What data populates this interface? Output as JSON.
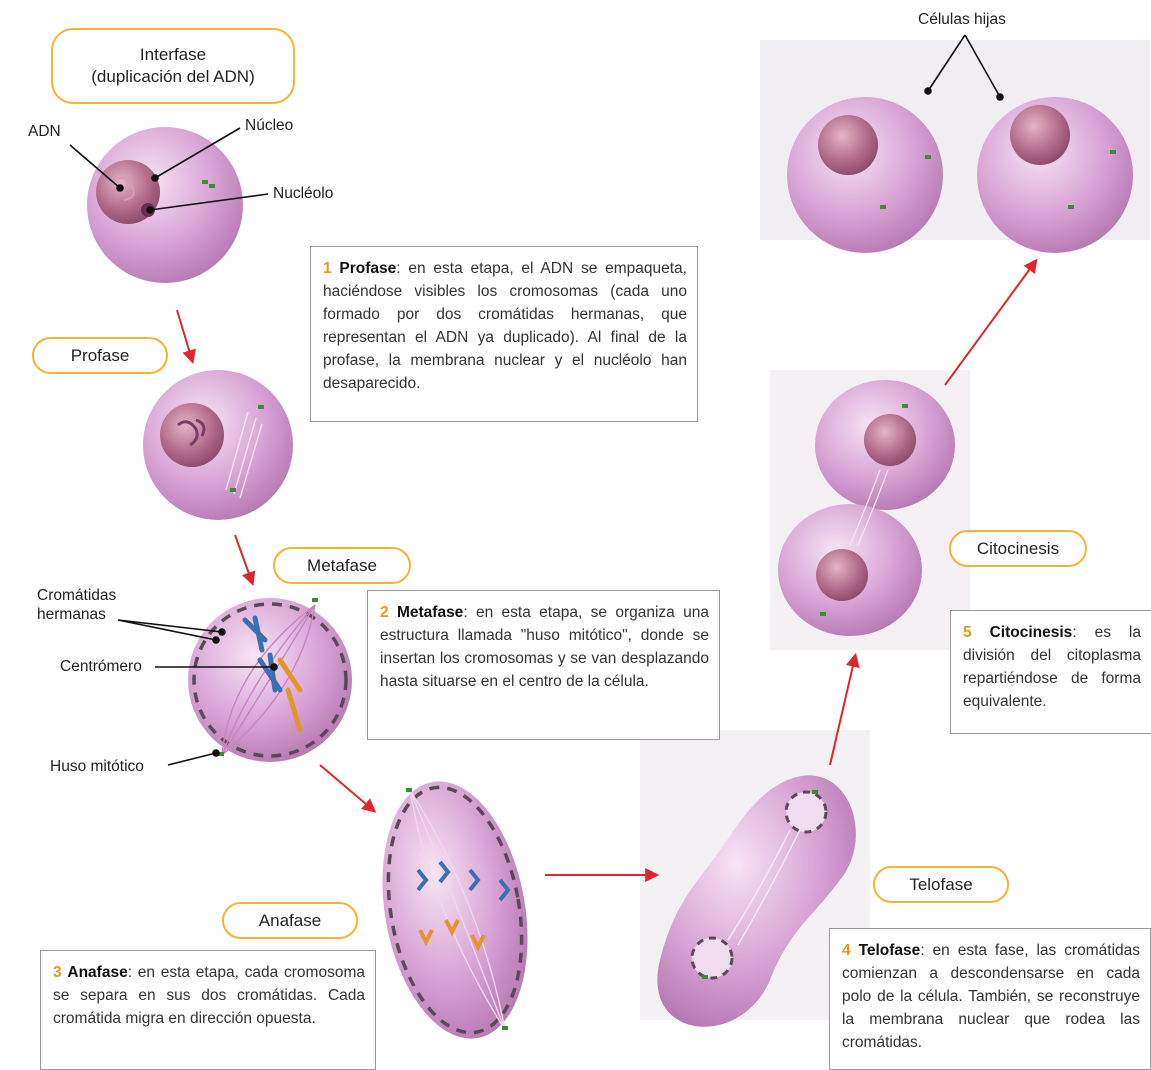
{
  "stages": {
    "interfase": "Interfase\n(duplicación del ADN)",
    "profase": "Profase",
    "metafase": "Metafase",
    "anafase": "Anafase",
    "telofase": "Telofase",
    "citocinesis": "Citocinesis"
  },
  "labels": {
    "adn": "ADN",
    "nucleo": "Núcleo",
    "nucleolo": "Nucléolo",
    "cromatidas_hermanas": "Cromátidas\nhermanas",
    "centromero": "Centrómero",
    "huso_mitotico": "Huso mitótico",
    "celulas_hijas": "Células hijas"
  },
  "descriptions": {
    "profase": {
      "number": "1",
      "term": "Profase",
      "text": ": en esta etapa, el ADN se empaqueta, haciéndose visibles los cromosomas (cada uno formado por dos cromátidas hermanas, que representan el ADN ya duplicado). Al final de la profase, la membrana nuclear y el nucléolo han desaparecido."
    },
    "metafase": {
      "number": "2",
      "term": "Metafase",
      "text": ": en esta etapa, se organiza una estructura llamada \"huso mitótico\", donde se insertan los cromosomas y se van desplazando hasta situarse en el centro de la célula."
    },
    "anafase": {
      "number": "3",
      "term": "Anafase",
      "text": ": en esta etapa, cada cromosoma se separa en sus dos cromátidas. Cada cromátida migra en dirección opuesta."
    },
    "telofase": {
      "number": "4",
      "term": "Telofase",
      "text": ": en esta fase, las cromátidas comienzan a descondensarse en cada polo de la célula. También, se reconstruye la membrana nuclear que rodea las cromátidas."
    },
    "citocinesis": {
      "number": "5",
      "term": "Citocinesis",
      "text": ": es la división del citoplasma repartiéndose de forma equivalente."
    }
  },
  "colors": {
    "cell": "#d9a3d6",
    "nucleus": "#a6607f",
    "arrow": "#e0262c",
    "pill_border": "#f5b335",
    "number": "#e39a1b"
  }
}
